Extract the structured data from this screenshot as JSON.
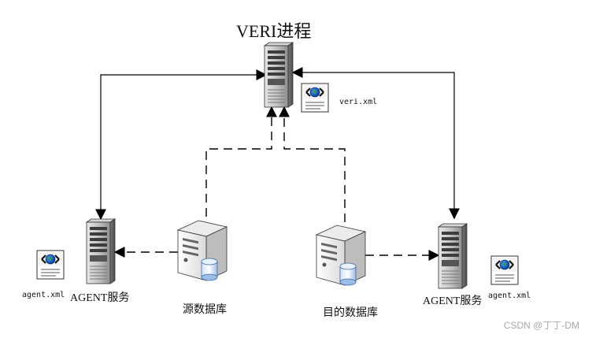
{
  "title": "VERI进程",
  "files": {
    "veri": "veri.xml",
    "agent_left": "agent.xml",
    "agent_right": "agent.xml"
  },
  "captions": {
    "agent_left": "AGENT服务",
    "agent_right": "AGENT服务",
    "source_db": "源数据库",
    "target_db": "目的数据库"
  },
  "watermark": "CSDN @丁丁-DM",
  "icons": [
    "server-icon",
    "database-server-icon",
    "xml-file-icon"
  ]
}
